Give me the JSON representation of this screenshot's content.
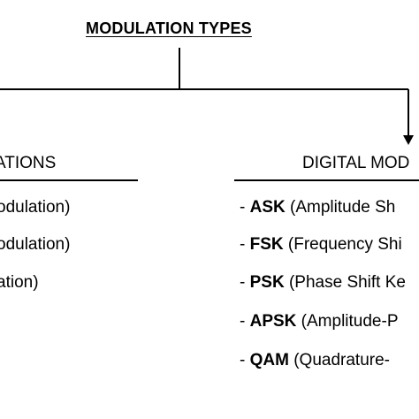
{
  "title": "MODULATION TYPES",
  "left_branch": {
    "heading": "ATIONS",
    "items": [
      "odulation)",
      "odulation)",
      "ation)"
    ]
  },
  "right_branch": {
    "heading": "DIGITAL MOD",
    "items": [
      {
        "prefix": "- ",
        "abbr": "ASK",
        "desc": " (Amplitude Sh"
      },
      {
        "prefix": "- ",
        "abbr": "FSK",
        "desc": " (Frequency Shi"
      },
      {
        "prefix": "- ",
        "abbr": "PSK",
        "desc": " (Phase Shift Ke"
      },
      {
        "prefix": "- ",
        "abbr": "APSK",
        "desc": " (Amplitude-P"
      },
      {
        "prefix": "- ",
        "abbr": "QAM",
        "desc": " (Quadrature-"
      }
    ]
  }
}
